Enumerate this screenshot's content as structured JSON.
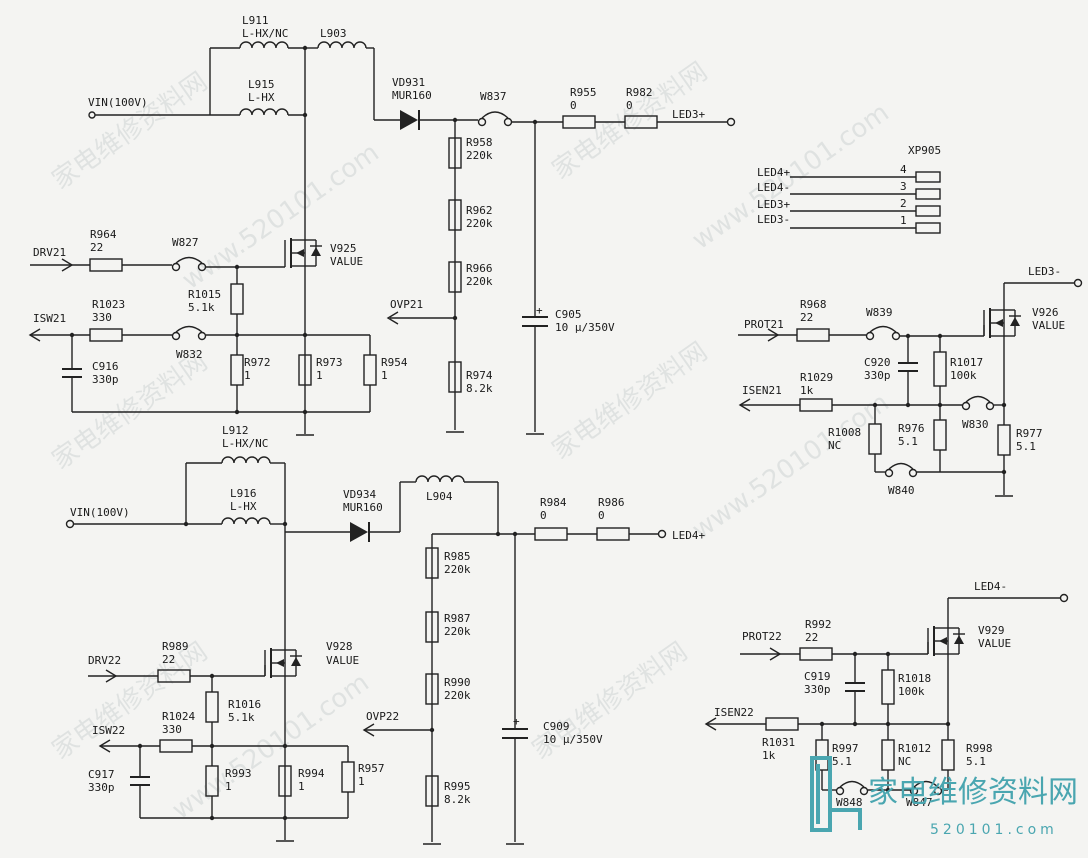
{
  "top": {
    "vin": "VIN(100V)",
    "l911": "L911",
    "l911_val": "L-HX/NC",
    "l903": "L903",
    "l915": "L915",
    "l915_val": "L-HX",
    "vd931": "VD931",
    "vd931_val": "MUR160",
    "w837": "W837",
    "r955": "R955",
    "r955_val": "0",
    "r982": "R982",
    "r982_val": "0",
    "led3p": "LED3+",
    "r958": "R958",
    "r958_val": "220k",
    "r962": "R962",
    "r962_val": "220k",
    "r966": "R966",
    "r966_val": "220k",
    "r974": "R974",
    "r974_val": "8.2k",
    "ovp21": "OVP21",
    "c905": "C905",
    "c905_val": "10 μ/350V",
    "drv21": "DRV21",
    "r964": "R964",
    "r964_val": "22",
    "w827": "W827",
    "v925": "V925",
    "v925_val": "VALUE",
    "r1015": "R1015",
    "r1015_val": "5.1k",
    "isw21": "ISW21",
    "r1023": "R1023",
    "r1023_val": "330",
    "w832": "W832",
    "c916": "C916",
    "c916_val": "330p",
    "r972": "R972",
    "r972_val": "1",
    "r973": "R973",
    "r973_val": "1",
    "r954": "R954",
    "r954_val": "1"
  },
  "bottom": {
    "l912": "L912",
    "l912_val": "L-HX/NC",
    "vin": "VIN(100V)",
    "l916": "L916",
    "l916_val": "L-HX",
    "vd934": "VD934",
    "vd934_val": "MUR160",
    "l904": "L904",
    "r984": "R984",
    "r984_val": "0",
    "r986": "R986",
    "r986_val": "0",
    "led4p": "LED4+",
    "r985": "R985",
    "r985_val": "220k",
    "r987": "R987",
    "r987_val": "220k",
    "r990": "R990",
    "r990_val": "220k",
    "r995": "R995",
    "r995_val": "8.2k",
    "ovp22": "OVP22",
    "c909": "C909",
    "c909_val": "10 μ/350V",
    "drv22": "DRV22",
    "r989": "R989",
    "r989_val": "22",
    "v928": "V928",
    "v928_val": "VALUE",
    "r1016": "R1016",
    "r1016_val": "5.1k",
    "isw22": "ISW22",
    "r1024": "R1024",
    "r1024_val": "330",
    "c917": "C917",
    "c917_val": "330p",
    "r993": "R993",
    "r993_val": "1",
    "r994": "R994",
    "r994_val": "1",
    "r957": "R957",
    "r957_val": "1"
  },
  "connector": {
    "name": "XP905",
    "pins": [
      {
        "label": "LED4+",
        "num": "4"
      },
      {
        "label": "LED4-",
        "num": "3"
      },
      {
        "label": "LED3+",
        "num": "2"
      },
      {
        "label": "LED3-",
        "num": "1"
      }
    ]
  },
  "right_top": {
    "led3m": "LED3-",
    "prot21": "PROT21",
    "r968": "R968",
    "r968_val": "22",
    "w839": "W839",
    "v926": "V926",
    "v926_val": "VALUE",
    "c920": "C920",
    "c920_val": "330p",
    "r1017": "R1017",
    "r1017_val": "100k",
    "isen21": "ISEN21",
    "r1029": "R1029",
    "r1029_val": "1k",
    "r1008": "R1008",
    "r1008_val": "NC",
    "r976": "R976",
    "r976_val": "5.1",
    "w830": "W830",
    "r977": "R977",
    "r977_val": "5.1",
    "w840": "W840"
  },
  "right_bottom": {
    "led4m": "LED4-",
    "prot22": "PROT22",
    "r992": "R992",
    "r992_val": "22",
    "v929": "V929",
    "v929_val": "VALUE",
    "c919": "C919",
    "c919_val": "330p",
    "r1018": "R1018",
    "r1018_val": "100k",
    "isen22": "ISEN22",
    "r1031": "R1031",
    "r1031_val": "1k",
    "r997": "R997",
    "r997_val": "5.1",
    "r1012": "R1012",
    "r1012_val": "NC",
    "r998": "R998",
    "r998_val": "5.1",
    "w848": "W848",
    "w847": "W847"
  },
  "watermark": {
    "text1": "家电维修资料网",
    "text2": "www.520101.com",
    "logo_cn": "家电维修资料网",
    "logo_url": "520101.com"
  }
}
